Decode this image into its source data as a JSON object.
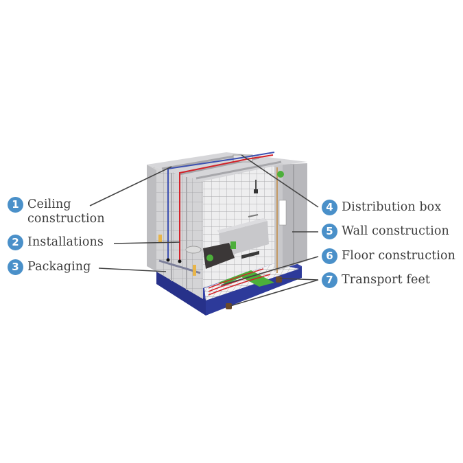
{
  "diagram": {
    "subject": "Prefabricated bathroom pod cutaway",
    "colors": {
      "badge": "#4a90c9",
      "label_text": "#3d3d3d",
      "leader_line": "#444444",
      "base_frame": "#27318a",
      "wall_gray": "#b9b9bd",
      "hot_pipe": "#d2232a",
      "cold_pipe": "#3b4fb0",
      "floor_heating": "#4caf3a"
    },
    "labels": [
      {
        "number": "1",
        "text": "Ceiling\nconstruction"
      },
      {
        "number": "2",
        "text": "Installations"
      },
      {
        "number": "3",
        "text": "Packaging"
      },
      {
        "number": "4",
        "text": "Distribution box"
      },
      {
        "number": "5",
        "text": "Wall construction"
      },
      {
        "number": "6",
        "text": "Floor construction"
      },
      {
        "number": "7",
        "text": "Transport feet"
      }
    ]
  }
}
